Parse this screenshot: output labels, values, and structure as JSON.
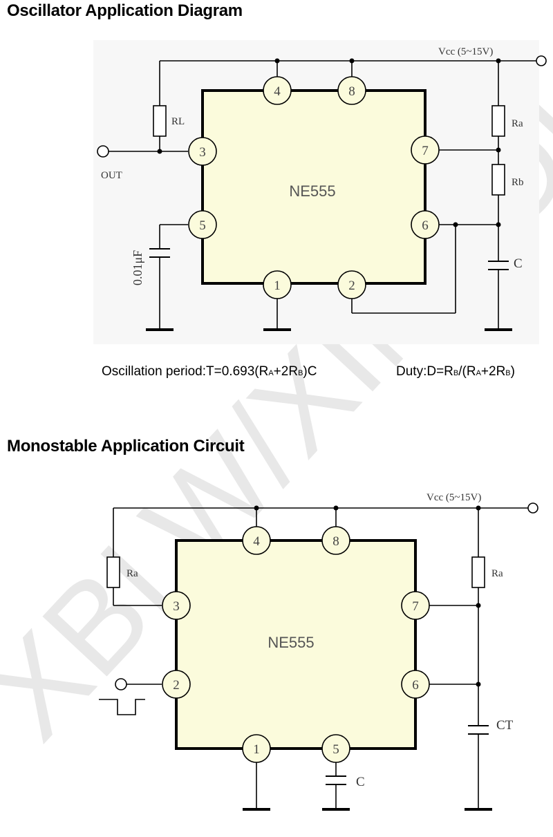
{
  "sections": {
    "oscillator_title": "Oscillator Application Diagram",
    "monostable_title": "Monostable Application Circuit"
  },
  "oscillator": {
    "chip_label": "NE555",
    "supply_label": "Vcc (5~15V)",
    "out_label": "OUT",
    "resistor_rl": "RL",
    "resistor_ra": "Ra",
    "resistor_rb": "Rb",
    "cap_c": "C",
    "cap_control": "0.01μF",
    "pins": [
      "4",
      "8",
      "3",
      "7",
      "5",
      "6",
      "1",
      "2"
    ],
    "formula_period_prefix": "Oscillation period:T=0.693(R",
    "formula_period_sub_a": "A",
    "formula_period_mid": "+2R",
    "formula_period_sub_b": "B",
    "formula_period_suffix": ")C",
    "formula_duty_prefix": "Duty:D=R",
    "formula_duty_sub_b1": "B",
    "formula_duty_mid": "/(R",
    "formula_duty_sub_a": "A",
    "formula_duty_mid2": "+2R",
    "formula_duty_sub_b2": "B",
    "formula_duty_suffix": ")"
  },
  "monostable": {
    "chip_label": "NE555",
    "supply_label": "Vcc (5~15V)",
    "resistor_left": "Ra",
    "resistor_right": "Ra",
    "cap_c": "C",
    "cap_ct": "CT",
    "pins": [
      "4",
      "8",
      "3",
      "7",
      "2",
      "6",
      "1",
      "5"
    ]
  },
  "watermark": "XBLW/XINBOLE",
  "colors": {
    "chip_fill": "#fbfbdc",
    "line": "#000000",
    "pin_text": "#555555",
    "chip_text": "#555555",
    "watermark": "#e6e6e6",
    "grid_bg": "#f6f6f6"
  }
}
